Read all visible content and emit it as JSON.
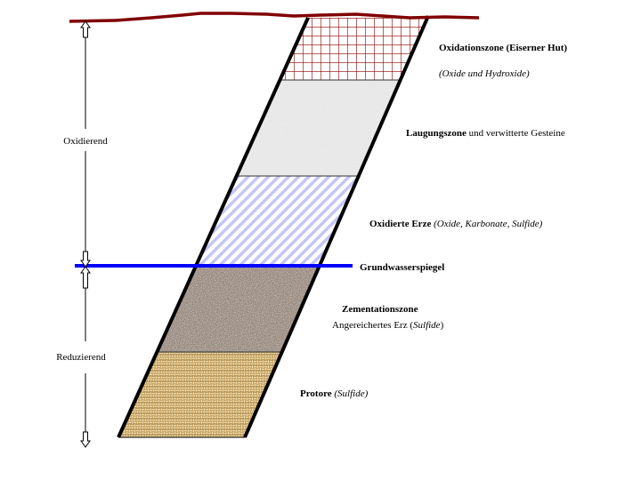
{
  "axis": {
    "upper_label": "Oxidierend",
    "lower_label": "Reduzierend"
  },
  "zones": [
    {
      "name": "Oxidationszone (Eiserner Hut)",
      "detail": "(Oxide und Hydroxide)"
    },
    {
      "name": "Laugungszone",
      "detail": " und verwitterte Gesteine"
    },
    {
      "name": "Oxidierte Erze",
      "detail": " (Oxide, Karbonate, Sulfide)"
    },
    {
      "name": "Grundwasserspiegel"
    },
    {
      "name": "Zementationszone",
      "detail_plain": "Angereichertes Erz (",
      "detail_italic": "Sulfide",
      "detail_close": ")"
    },
    {
      "name": "Protore",
      "detail": " (Sulfide)"
    }
  ],
  "colors": {
    "ground": "#800000",
    "water_table": "#0000ff",
    "oxidation_grid": "#8b0000",
    "leaching": "#e6e6e6",
    "oxidized_stripes": "#c8c8f5",
    "cementation": "#9a8c80",
    "protore": "#c8a870"
  }
}
